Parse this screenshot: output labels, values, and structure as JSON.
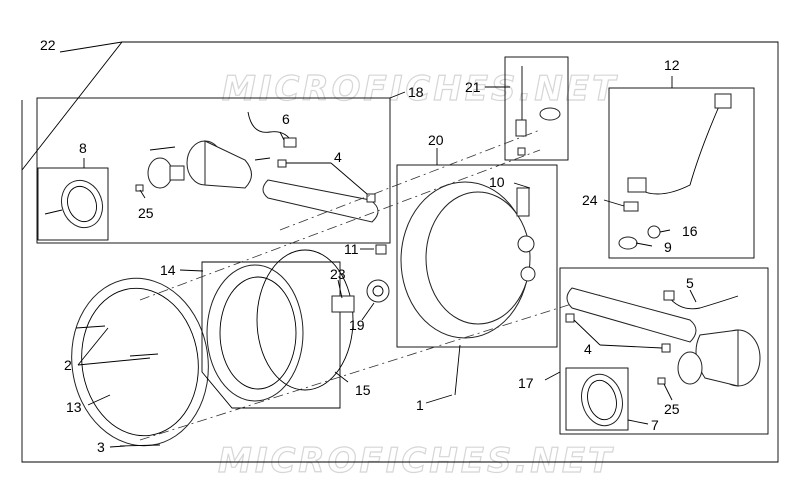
{
  "watermark": "MICROFICHES.NET",
  "callouts": [
    {
      "id": "c1",
      "text": "1"
    },
    {
      "id": "c2",
      "text": "2"
    },
    {
      "id": "c3",
      "text": "3"
    },
    {
      "id": "c4a",
      "text": "4"
    },
    {
      "id": "c4b",
      "text": "4"
    },
    {
      "id": "c5",
      "text": "5"
    },
    {
      "id": "c6",
      "text": "6"
    },
    {
      "id": "c7",
      "text": "7"
    },
    {
      "id": "c8",
      "text": "8"
    },
    {
      "id": "c9",
      "text": "9"
    },
    {
      "id": "c10",
      "text": "10"
    },
    {
      "id": "c11",
      "text": "11"
    },
    {
      "id": "c12",
      "text": "12"
    },
    {
      "id": "c13",
      "text": "13"
    },
    {
      "id": "c14",
      "text": "14"
    },
    {
      "id": "c15",
      "text": "15"
    },
    {
      "id": "c16",
      "text": "16"
    },
    {
      "id": "c17",
      "text": "17"
    },
    {
      "id": "c18",
      "text": "18"
    },
    {
      "id": "c19",
      "text": "19"
    },
    {
      "id": "c20",
      "text": "20"
    },
    {
      "id": "c21",
      "text": "21"
    },
    {
      "id": "c22",
      "text": "22"
    },
    {
      "id": "c23",
      "text": "23"
    },
    {
      "id": "c24",
      "text": "24"
    },
    {
      "id": "c25a",
      "text": "25"
    },
    {
      "id": "c25b",
      "text": "25"
    }
  ]
}
